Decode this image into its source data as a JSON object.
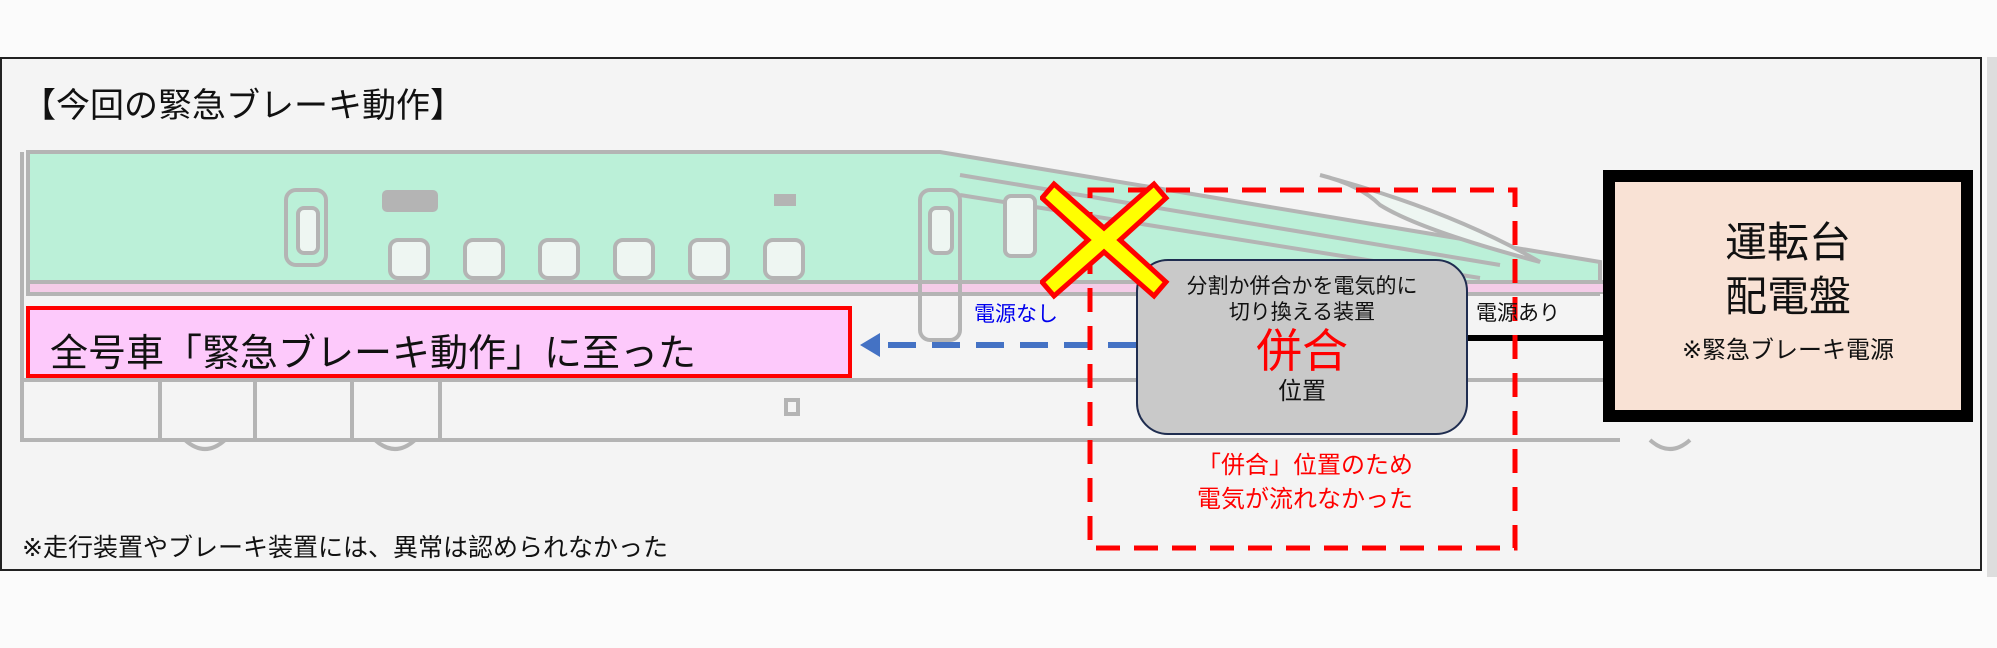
{
  "title": "【今回の緊急ブレーキ動作】",
  "result_box": "全号車「緊急ブレーキ動作」に至った",
  "no_power_label": "電源なし",
  "power_label": "電源あり",
  "device": {
    "description_line1": "分割か併合かを電気的に",
    "description_line2": "切り換える装置",
    "state": "併合",
    "state_suffix": "位置"
  },
  "explanation": {
    "line1": "「併合」位置のため",
    "line2": "電気が流れなかった"
  },
  "panel": {
    "line1": "運転台",
    "line2": "配電盤",
    "note": "※緊急ブレーキ電源"
  },
  "footer_note": "※走行装置やブレーキ装置には、異常は認められなかった",
  "colors": {
    "alert": "#ff0000",
    "arrow": "#4472c4",
    "train_green": "#bbf0d8",
    "train_pink": "#f4cce8",
    "device_gray": "#c9c9c9",
    "panel_fill": "#f9e2d5"
  }
}
